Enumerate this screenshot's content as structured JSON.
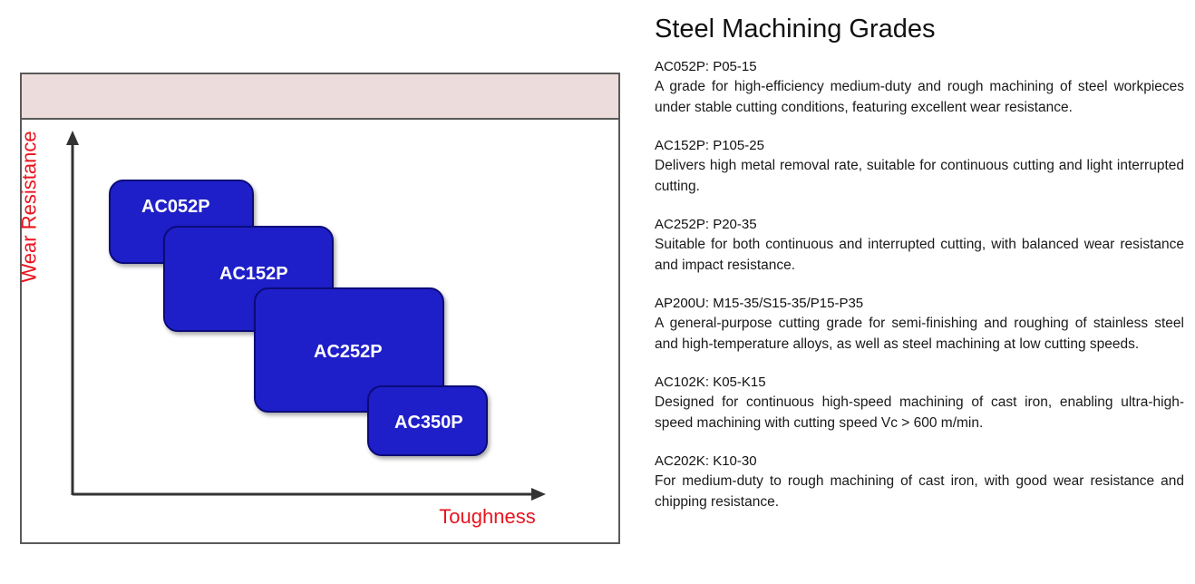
{
  "diagram": {
    "y_axis_label": "Wear Resistance",
    "x_axis_label": "Toughness",
    "colors": {
      "grade_fill": "#1f1fc9",
      "grade_border": "#0b0b7a",
      "axis_label": "#e8141e",
      "header_band": "#ecdcdc"
    },
    "grades": [
      {
        "label": "AC052P"
      },
      {
        "label": "AC152P"
      },
      {
        "label": "AC252P"
      },
      {
        "label": "AC350P"
      }
    ]
  },
  "info": {
    "title": "Steel Machining Grades",
    "items": [
      {
        "heading": "AC052P: P05-15",
        "description": "A grade for high-efficiency medium-duty and rough machining of steel workpieces under stable cutting conditions, featuring excellent wear resistance."
      },
      {
        "heading": "AC152P: P105-25",
        "description": "Delivers high metal removal rate, suitable for continuous cutting and light interrupted cutting."
      },
      {
        "heading": "AC252P: P20-35",
        "description": "Suitable for both continuous and interrupted cutting, with balanced wear resistance and impact resistance."
      },
      {
        "heading": "AP200U: M15-35/S15-35/P15-P35",
        "description": "A general-purpose cutting grade for semi-finishing and roughing of stainless steel and high-temperature alloys, as well as steel machining at low cutting speeds."
      },
      {
        "heading": "AC102K: K05-K15",
        "description": "Designed for continuous high-speed machining of cast iron, enabling ultra-high-speed machining with cutting speed Vc > 600 m/min."
      },
      {
        "heading": "AC202K: K10-30",
        "description": "For medium-duty to rough machining of cast iron, with good wear resistance and chipping resistance."
      }
    ]
  }
}
